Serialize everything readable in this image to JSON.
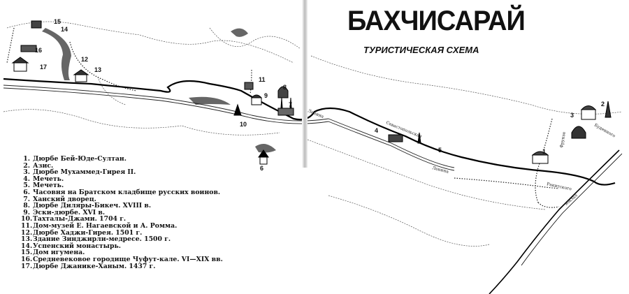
{
  "title": "БАХЧИСАРАЙ",
  "subtitle": "ТУРИСТИЧЕСКАЯ СХЕМА",
  "legend": [
    {
      "num": "1.",
      "text": "Дюрбе Бей-Юде-Султан."
    },
    {
      "num": "2.",
      "text": "Азис."
    },
    {
      "num": "3.",
      "text": "Дюрбе Мухаммед-Гирея II."
    },
    {
      "num": "4.",
      "text": "Мечеть."
    },
    {
      "num": "5.",
      "text": "Мечеть."
    },
    {
      "num": "6.",
      "text": "Часовня на Братском кладбище русских воинов."
    },
    {
      "num": "7.",
      "text": "Ханский дворец."
    },
    {
      "num": "8.",
      "text": "Дюрбе Диляры-Бикеч. XVIII в."
    },
    {
      "num": "9.",
      "text": "Эски-дюрбе. XVI в."
    },
    {
      "num": "10.",
      "text": "Тахталы-Джами. 1704 г."
    },
    {
      "num": "11.",
      "text": "Дом-музей Е. Нагаевской и А. Ромма."
    },
    {
      "num": "12.",
      "text": "Дюрбе Хаджи-Гирея. 1501 г."
    },
    {
      "num": "13.",
      "text": "Здание Зинджирли-медресе. 1500 г."
    },
    {
      "num": "14.",
      "text": "Успенский монастырь."
    },
    {
      "num": "15.",
      "text": "Дом игумена."
    },
    {
      "num": "16.",
      "text": "Средневековое городище Чуфут-кале. VI—XIX вв."
    },
    {
      "num": "17.",
      "text": "Дюрбе Джанике-Ханым. 1437 г."
    }
  ],
  "map_numbers": [
    "1",
    "2",
    "3",
    "4",
    "5",
    "6",
    "7",
    "8",
    "9",
    "10",
    "11",
    "12",
    "13",
    "14",
    "15",
    "16",
    "17"
  ],
  "streets": {
    "lenina": "Ленина",
    "sevastopolskaya": "Севастопольская",
    "frunze": "Фрунзе",
    "budennogo": "Буденного",
    "rakitskogo": "Ракитского",
    "vokzal": "вокзал"
  }
}
